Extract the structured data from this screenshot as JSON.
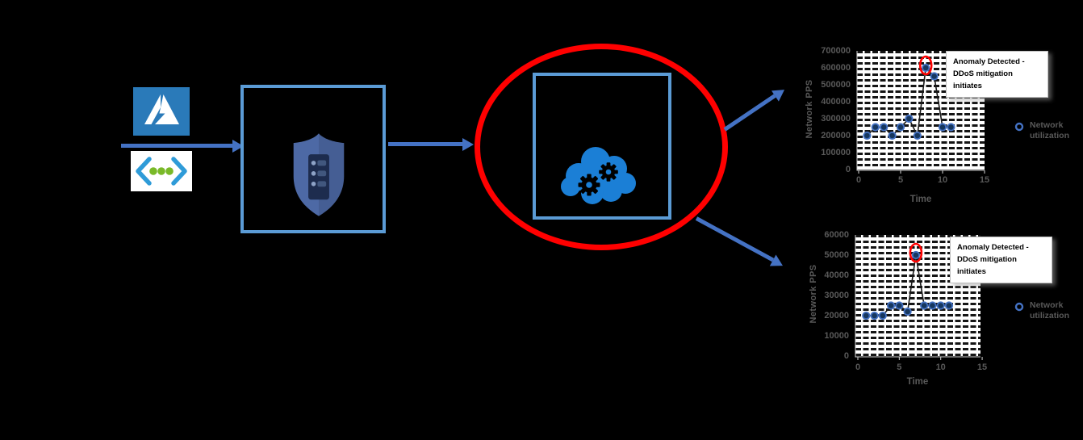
{
  "colors": {
    "arrow": "#4472c4",
    "box_border": "#5b9bd5",
    "highlight_ellipse": "#ff0000",
    "cloud": "#1b7fd6",
    "azure_logo_bg": "#2a7ab9",
    "app_bracket": "#2e9bd8",
    "app_dot": "#79b928",
    "shield_body": "#4d69a5",
    "shield_server": "#1d2c4e",
    "axis_text": "#595959",
    "marker_fill": "#17375e",
    "marker_ring": "#4472c4",
    "series_line": "#1a1a1a",
    "annotation_bg": "#ffffff",
    "annotation_border": "#bfbfbf",
    "anomaly_ring": "#ff0000"
  },
  "flow": {
    "source_icons": [
      {
        "icon": "azure-logo-icon"
      },
      {
        "icon": "api-app-brackets-icon"
      }
    ],
    "stage_icons": [
      {
        "icon": "shield-server-icon"
      },
      {
        "icon": "cloud-gears-icon"
      }
    ]
  },
  "chart_data": [
    {
      "type": "scatter",
      "title": "",
      "xlabel": "Time",
      "ylabel": "Network PPS",
      "x": [
        1,
        2,
        3,
        4,
        5,
        6,
        7,
        8,
        9,
        10,
        11
      ],
      "y": [
        200000,
        250000,
        250000,
        200000,
        250000,
        300000,
        200000,
        600000,
        550000,
        250000,
        250000
      ],
      "xlim": [
        0,
        15
      ],
      "ylim": [
        0,
        700000
      ],
      "xticks": [
        0,
        5,
        10,
        15
      ],
      "yticks": [
        700000,
        600000,
        500000,
        400000,
        300000,
        200000,
        100000,
        0
      ],
      "grid": "dashed-horizontal",
      "legend": [
        "Network utilization"
      ],
      "legend_position": "right",
      "legend_marker": "open-circle",
      "anomaly": {
        "x": 8,
        "y": 600000,
        "label": "Anomaly Detected - DDoS mitigation initiates"
      },
      "annotation_lines": [
        "Anomaly Detected -",
        "DDoS mitigation",
        "initiates"
      ]
    },
    {
      "type": "scatter",
      "title": "",
      "xlabel": "Time",
      "ylabel": "Network PPS",
      "x": [
        1,
        2,
        3,
        4,
        5,
        6,
        7,
        8,
        9,
        10,
        11
      ],
      "y": [
        20000,
        20000,
        20000,
        25000,
        25000,
        22000,
        50000,
        25000,
        25000,
        25000,
        25000
      ],
      "xlim": [
        0,
        15
      ],
      "ylim": [
        0,
        60000
      ],
      "xticks": [
        0,
        5,
        10,
        15
      ],
      "yticks": [
        60000,
        50000,
        40000,
        30000,
        20000,
        10000,
        0
      ],
      "grid": "dashed-horizontal",
      "legend": [
        "Network utilization"
      ],
      "legend_position": "right",
      "legend_marker": "open-circle",
      "anomaly": {
        "x": 7,
        "y": 50000,
        "label": "Anomaly Detected - DDoS mitigation initiates"
      },
      "annotation_lines": [
        "Anomaly Detected -",
        "DDoS mitigation",
        "initiates"
      ]
    }
  ]
}
